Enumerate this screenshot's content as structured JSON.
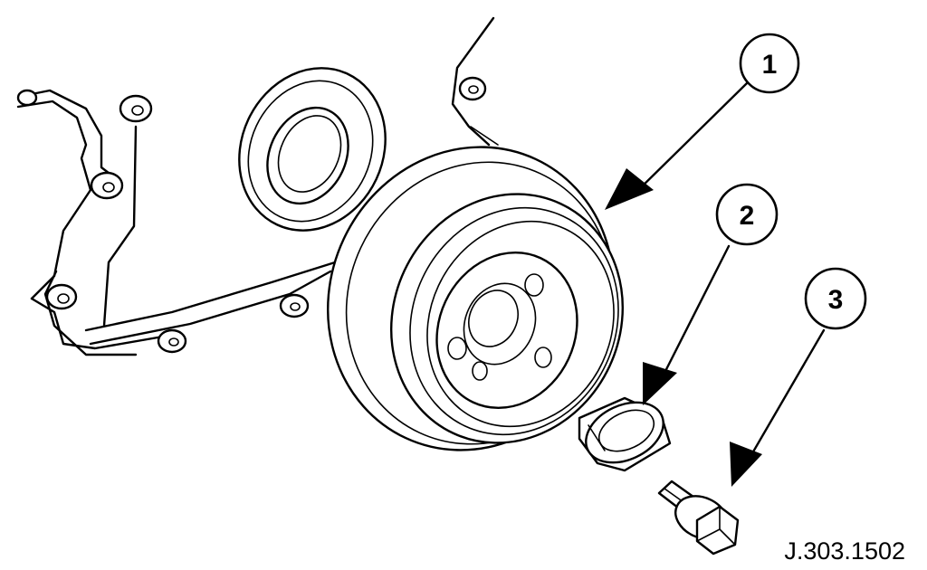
{
  "callouts": [
    {
      "id": "1",
      "label": "1"
    },
    {
      "id": "2",
      "label": "2"
    },
    {
      "id": "3",
      "label": "3"
    }
  ],
  "reference_code": "J.303.1502"
}
